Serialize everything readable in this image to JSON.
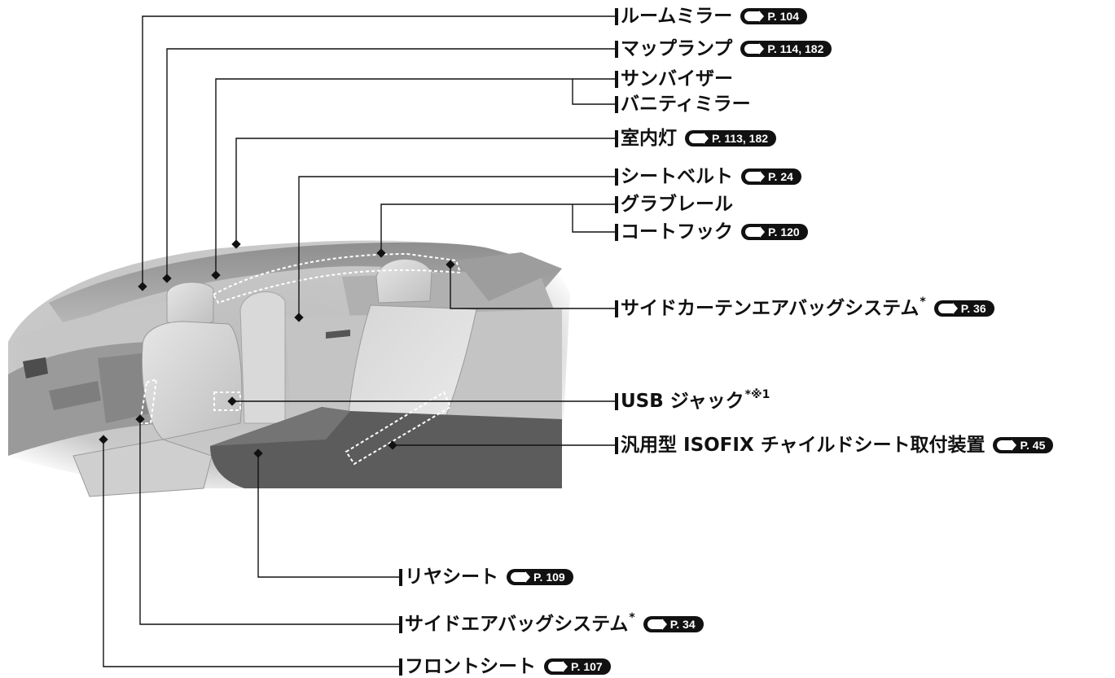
{
  "labels": {
    "room_mirror": "ルームミラー",
    "map_lamp": "マップランプ",
    "sun_visor": "サンバイザー",
    "vanity_mirror": "バニティミラー",
    "room_lamp": "室内灯",
    "seat_belt": "シートベルト",
    "grab_rail": "グラブレール",
    "coat_hook": "コートフック",
    "side_curtain_airbag": "サイドカーテンエアバッグシステム",
    "usb_jack": "USB ジャック",
    "isofix": "汎用型 ISOFIX チャイルドシート取付装置",
    "rear_seat": "リヤシート",
    "side_airbag": "サイドエアバッグシステム",
    "front_seat": "フロントシート"
  },
  "marks": {
    "option_star": "*",
    "usb_note": "*※1"
  },
  "refs": {
    "room_mirror": "P. 104",
    "map_lamp": "P. 114, 182",
    "room_lamp": "P. 113, 182",
    "seat_belt": "P. 24",
    "coat_hook": "P. 120",
    "side_curtain_airbag": "P. 36",
    "isofix": "P. 45",
    "rear_seat": "P. 109",
    "side_airbag": "P. 34",
    "front_seat": "P. 107"
  },
  "colors": {
    "ink": "#111111",
    "interior_light": "#d4d4d4",
    "interior_mid": "#a9a9a9",
    "interior_dark": "#6e6e6e",
    "background": "#ffffff"
  },
  "icons": {
    "ref_arrow": "page-reference-arrow-icon",
    "label_bar": "label-marker-bar"
  }
}
